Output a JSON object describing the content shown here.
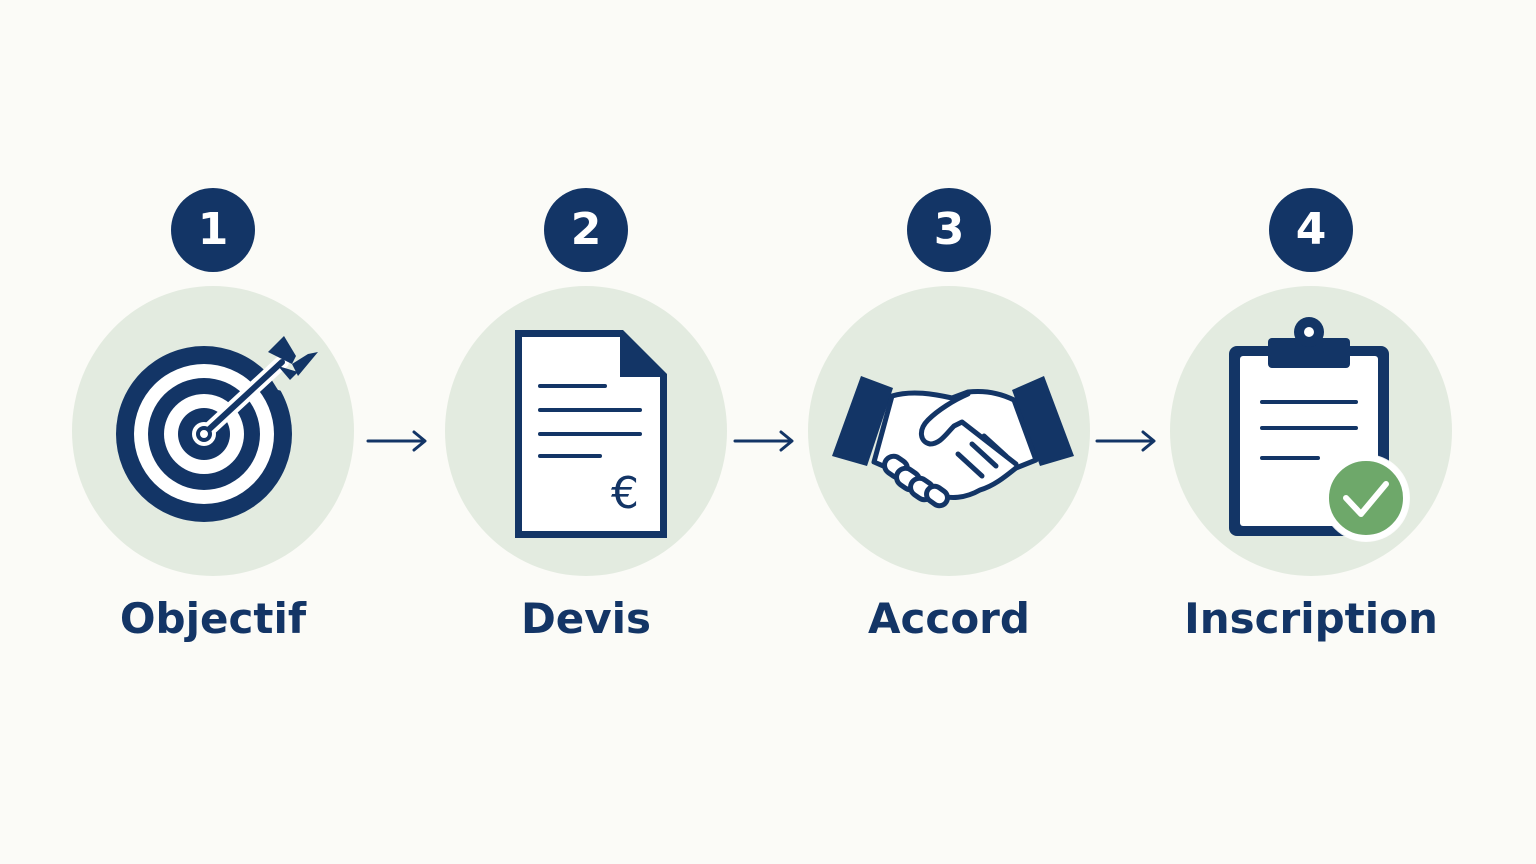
{
  "colors": {
    "navy": "#133566",
    "circle_bg": "#e3ebe0",
    "check_green": "#6ea86a",
    "background": "#fbfbf7"
  },
  "steps": [
    {
      "number": "1",
      "label": "Objectif",
      "icon": "target-arrow-icon"
    },
    {
      "number": "2",
      "label": "Devis",
      "icon": "euro-document-icon"
    },
    {
      "number": "3",
      "label": "Accord",
      "icon": "handshake-icon"
    },
    {
      "number": "4",
      "label": "Inscription",
      "icon": "clipboard-check-icon"
    }
  ],
  "arrows": [
    "right-arrow-icon",
    "right-arrow-icon",
    "right-arrow-icon"
  ],
  "doc_symbol": "€"
}
